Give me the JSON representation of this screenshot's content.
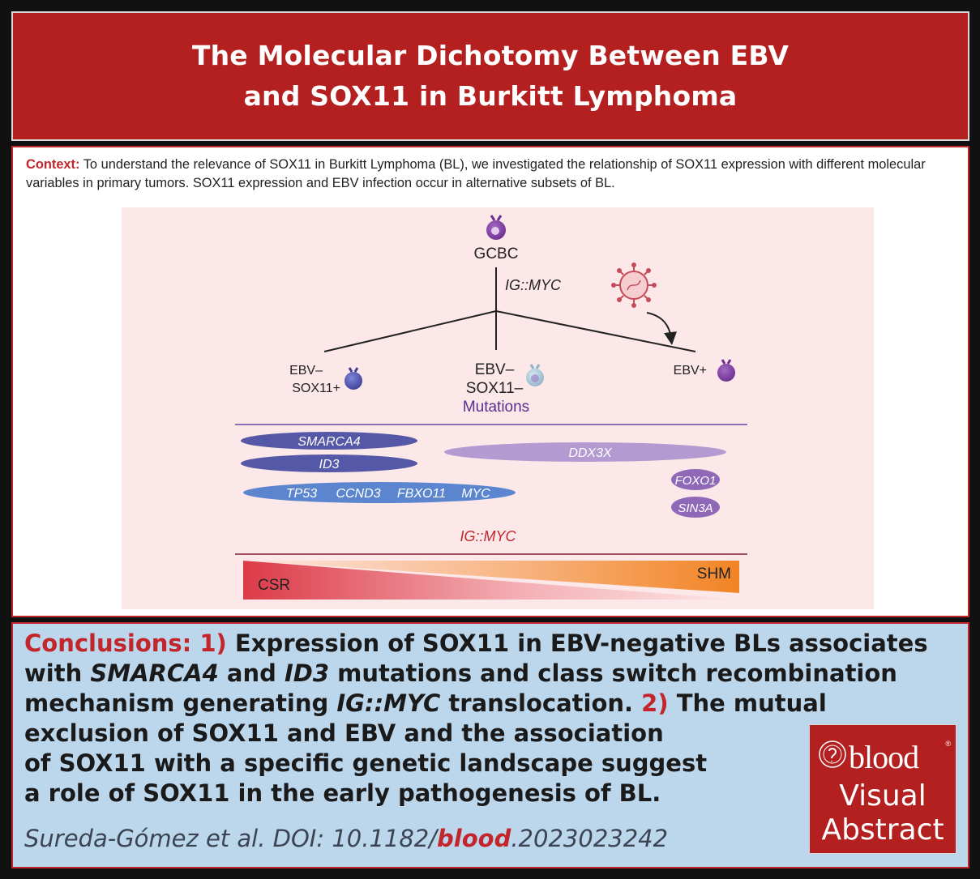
{
  "title": {
    "line1": "The Molecular Dichotomy Between EBV",
    "line2": "and SOX11 in Burkitt Lymphoma"
  },
  "context": {
    "label": "Context:",
    "text": "To understand the relevance of SOX11 in Burkitt Lymphoma (BL), we investigated the relationship of SOX11 expression with different molecular variables in primary tumors. SOX11 expression and EBV infection occur in alternative subsets of BL."
  },
  "diagram": {
    "root": "GCBC",
    "branch_label": "IG::MYC",
    "groups": {
      "left_line1": "EBV–",
      "left_line2": "SOX11+",
      "mid_line1": "EBV–",
      "mid_line2": "SOX11–",
      "right": "EBV+"
    },
    "mutations_title": "Mutations",
    "mutations": {
      "smarca4": "SMARCA4",
      "id3": "ID3",
      "shared": [
        "TP53",
        "CCND3",
        "FBXO11",
        "MYC"
      ],
      "ddx3x": "DDX3X",
      "foxo1": "FOXO1",
      "sin3a": "SIN3A"
    },
    "translocation_title": "IG::MYC",
    "gradient_left": "CSR",
    "gradient_right": "SHM",
    "colors": {
      "panel": "#fce8e9",
      "dark_purple": "#5458a6",
      "light_purple": "#b39ad0",
      "blue": "#5b86cf",
      "mid_purple": "#8f69b8",
      "csr_red": "#dc3a48",
      "shm_orange": "#f28424",
      "divider": "#8f6fb5"
    }
  },
  "conclusions": {
    "label": "Conclusions:",
    "n1": "1)",
    "t1a": "Expression of SOX11 in EBV-negative BLs associates with",
    "g1": "SMARCA4",
    "t1b": "and",
    "g2": "ID3",
    "t1c": "mutations and class switch recombination mechanism generating",
    "g3": "IG::MYC",
    "t1d": "translocation.",
    "n2": "2)",
    "t2a": "The mutual",
    "t2b": "exclusion of SOX11 and EBV and the association",
    "t2c": "of SOX11 with a specific genetic landscape suggest",
    "t2d": "a role of SOX11 in the early pathogenesis of BL."
  },
  "citation": {
    "prefix": "Sureda-Gómez et al. DOI: 10.1182/",
    "journal": "blood",
    "suffix": ".2023023242"
  },
  "badge": {
    "logo_word": "blood",
    "reg": "®",
    "line1": "Visual",
    "line2": "Abstract"
  }
}
